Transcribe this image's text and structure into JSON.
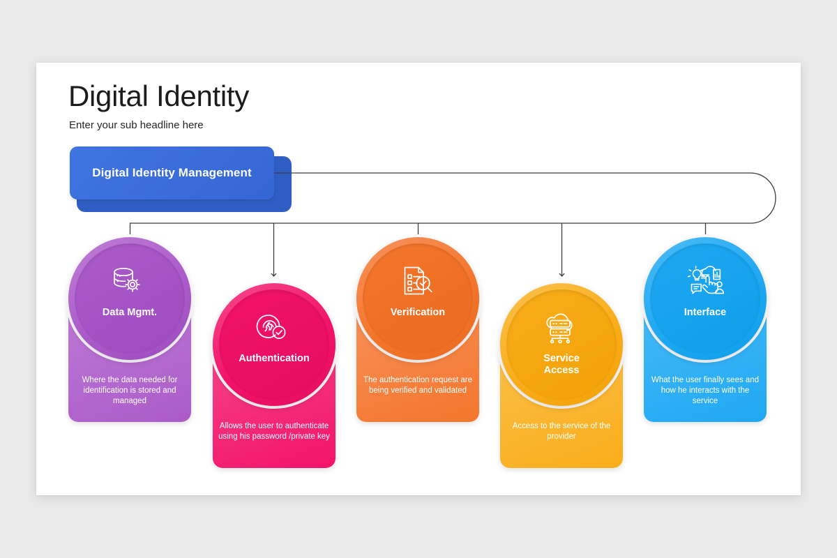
{
  "slide": {
    "title": "Digital Identity",
    "subtitle": "Enter your sub headline here",
    "root_node": {
      "label": "Digital Identity Management",
      "color": "#3a6fd8",
      "shadow_color": "#2f5fc4"
    },
    "background_color": "#e9e9ea",
    "surface_color": "#ffffff",
    "connector_color": "#3b3b44"
  },
  "cards": [
    {
      "id": "data-mgmt",
      "title": "Data Mgmt.",
      "description": "Where the data needed for identification is stored and managed",
      "icon": "database-gear-icon",
      "color": "#ab5bc9",
      "color_dark": "#9d4cbf",
      "color_light": "#bf7fd6",
      "raised": true
    },
    {
      "id": "authentication",
      "title": "Authentication",
      "description": "Allows the user to authenticate  using his password /private key",
      "icon": "fingerprint-check-icon",
      "color": "#f2136a",
      "color_dark": "#e50d60",
      "color_light": "#f64a8c",
      "raised": false
    },
    {
      "id": "verification",
      "title": "Verification",
      "description": "The authentication request are being verified and validated",
      "icon": "document-search-check-icon",
      "color": "#f4762c",
      "color_dark": "#ea6a1e",
      "color_light": "#f79460",
      "raised": true
    },
    {
      "id": "service-access",
      "title": "Service\nAccess",
      "description": "Access to the service of the provider",
      "icon": "cloud-server-icon",
      "color": "#f9ad1a",
      "color_dark": "#f2a207",
      "color_light": "#fbc24f",
      "raised": false
    },
    {
      "id": "interface",
      "title": "Interface",
      "description": "What the user finally sees and how he interacts with the service",
      "icon": "interface-touch-icon",
      "color": "#1fa8f2",
      "color_dark": "#0f9ee9",
      "color_light": "#4dbcf7",
      "raised": true
    }
  ]
}
